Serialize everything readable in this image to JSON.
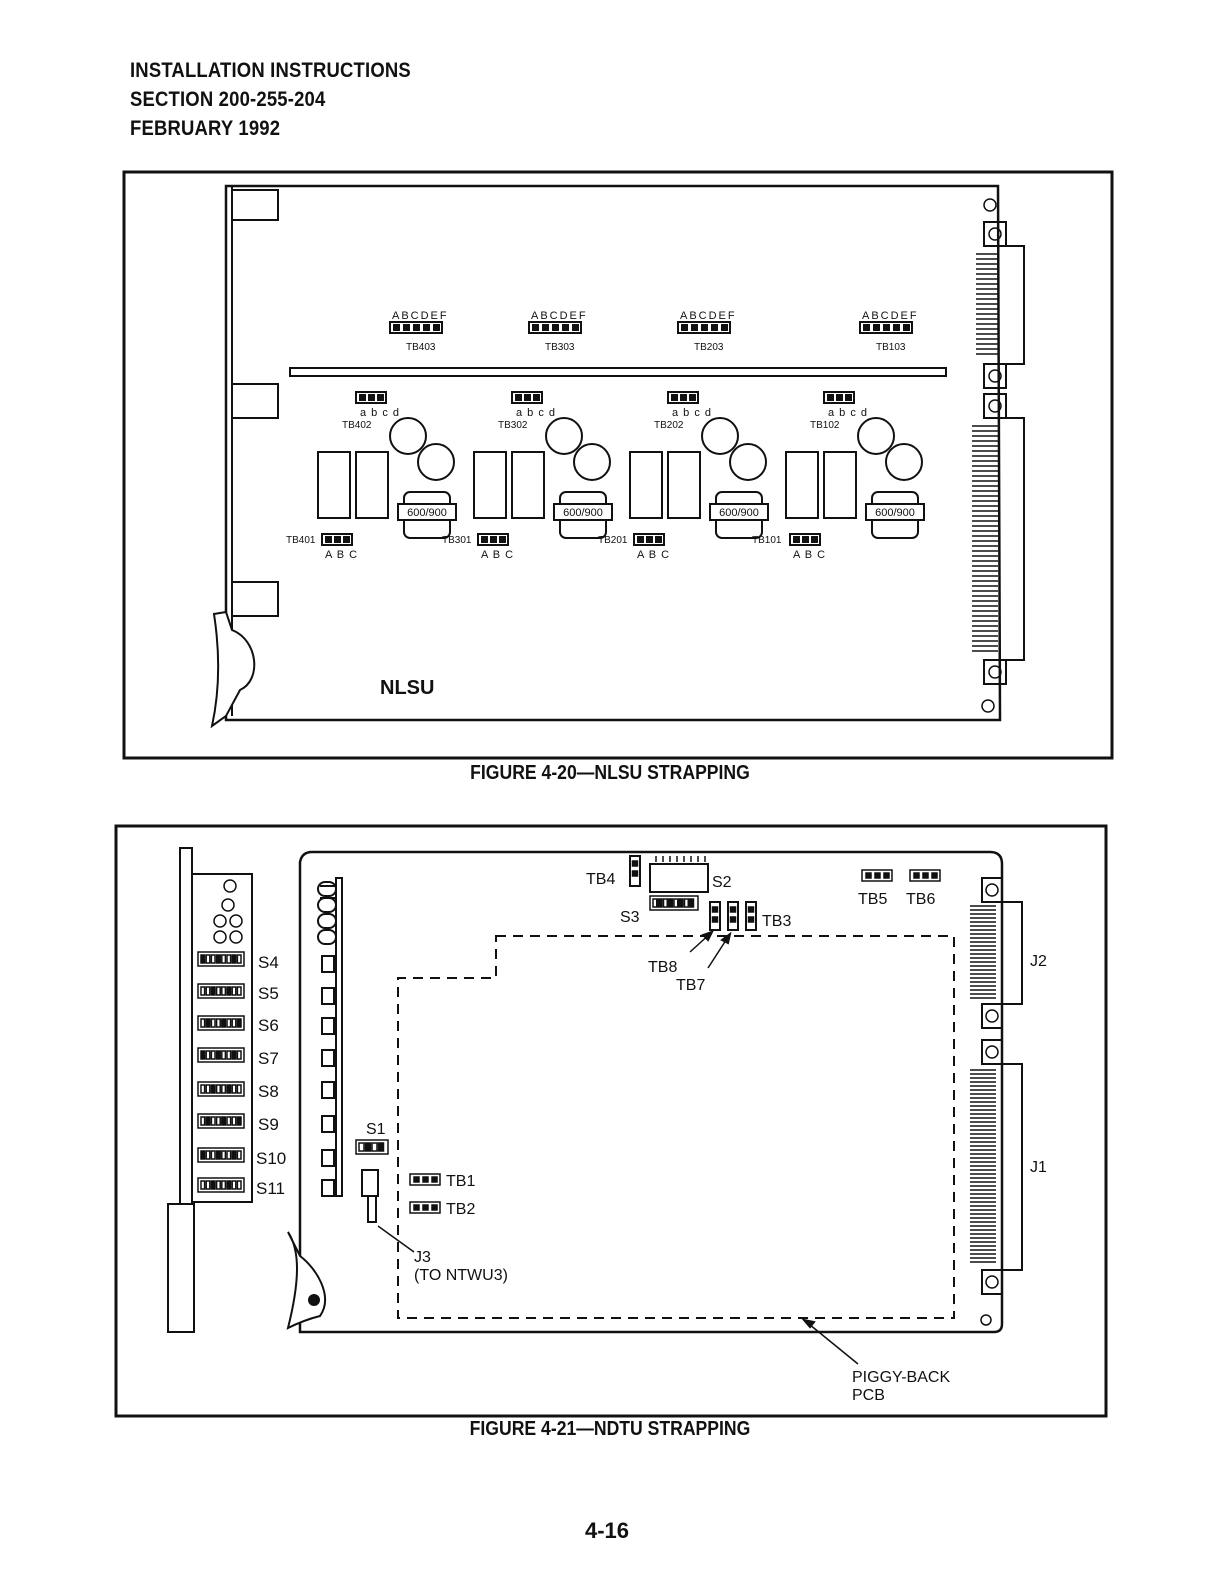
{
  "header": {
    "line1": "INSTALLATION INSTRUCTIONS",
    "line2": "SECTION 200-255-204",
    "line3": "FEBRUARY 1992"
  },
  "figure1": {
    "caption": "FIGURE 4-20—NLSU STRAPPING",
    "board_label": "NLSU",
    "top_strap_letters": "ABCDEF",
    "top_straps": [
      "TB403",
      "TB303",
      "TB203",
      "TB103"
    ],
    "mid_strap_letters": "a b c d",
    "mid_straps": [
      "TB402",
      "TB302",
      "TB202",
      "TB102"
    ],
    "transformer_label": "600/900",
    "bottom_strap_letters": "A B C",
    "bottom_straps": [
      "TB401",
      "TB301",
      "TB201",
      "TB101"
    ]
  },
  "figure2": {
    "caption": "FIGURE 4-21—NDTU STRAPPING",
    "switches_left": [
      "S4",
      "S5",
      "S6",
      "S7",
      "S8",
      "S9",
      "S10",
      "S11"
    ],
    "tb4": "TB4",
    "s2": "S2",
    "s3": "S3",
    "tb3": "TB3",
    "tb8": "TB8",
    "tb7": "TB7",
    "tb5": "TB5",
    "tb6": "TB6",
    "j2": "J2",
    "j1": "J1",
    "s1": "S1",
    "tb1": "TB1",
    "tb2": "TB2",
    "j3_line1": "J3",
    "j3_line2": "(TO NTWU3)",
    "piggy_line1": "PIGGY-BACK",
    "piggy_line2": "PCB"
  },
  "page_number": "4-16"
}
